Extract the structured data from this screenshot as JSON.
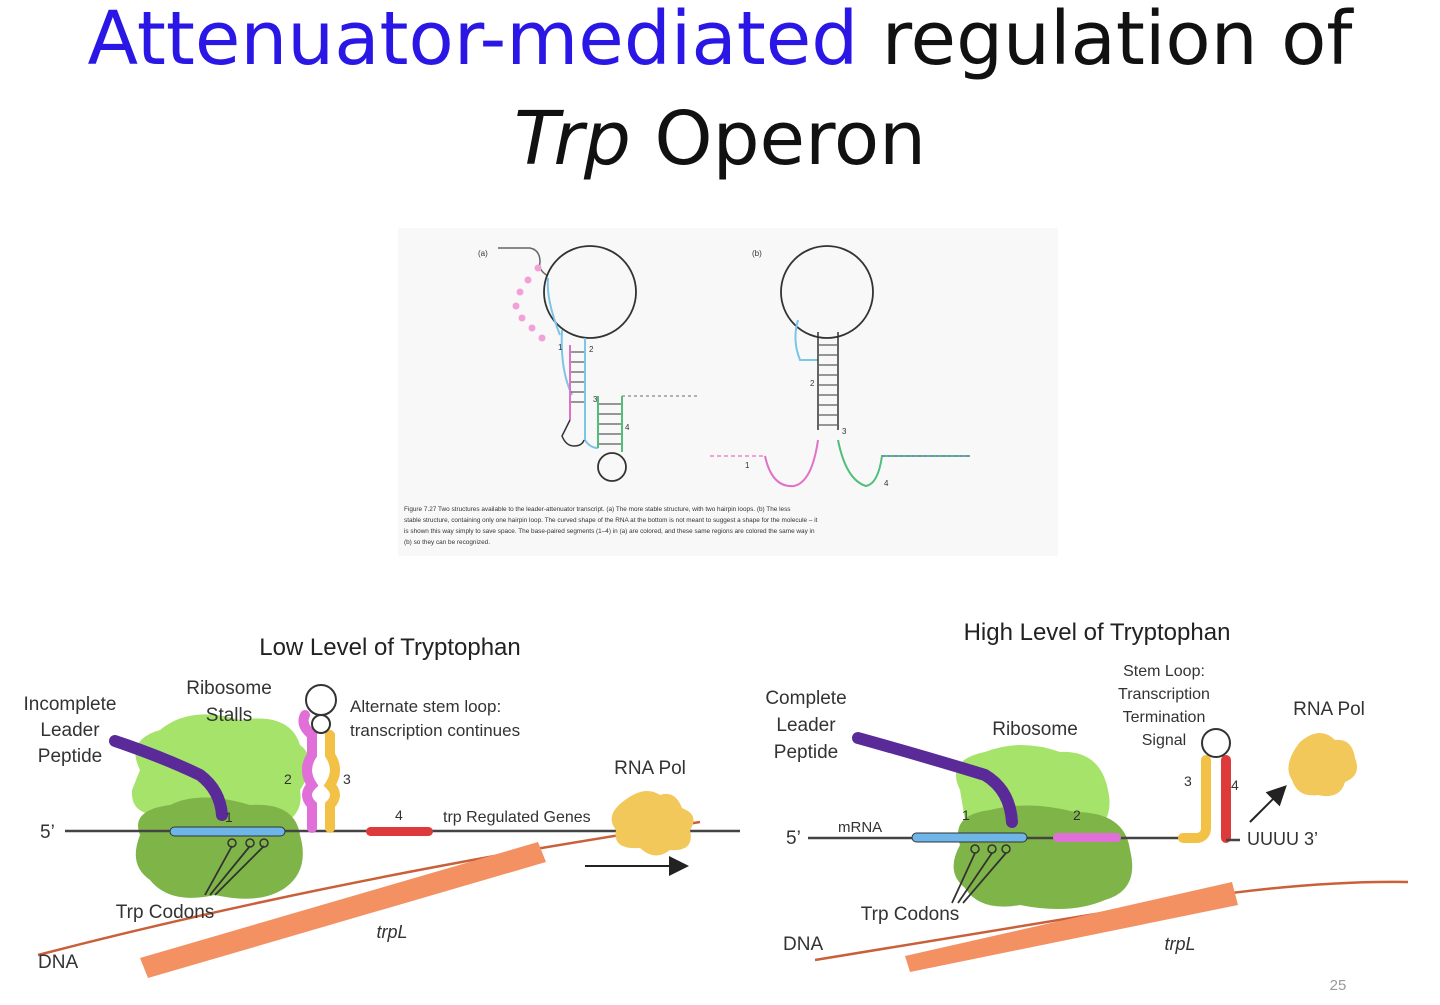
{
  "slide": {
    "title_accent": "Attenuator-mediated",
    "title_rest": " regulation of",
    "title_italic": "Trp",
    "title_end": " Operon",
    "page_number": "25"
  },
  "figure_top": {
    "panel_a_label": "(a)",
    "panel_b_label": "(b)",
    "caption_line1": "Figure 7.27 Two structures available to the leader-attenuator transcript. (a) The more stable structure, with two hairpin loops. (b) The less",
    "caption_line2": "stable structure, containing only one hairpin loop. The curved shape of the RNA at the bottom is not meant to suggest a shape for the molecule – it",
    "caption_line3": "is shown this way simply to save space. The base-paired segments (1–4) in (a) are colored, and these same regions are colored the same way in",
    "caption_line4": "(b) so they can be recognized.",
    "seg1": "1",
    "seg2": "2",
    "seg3": "3",
    "seg4": "4"
  },
  "low": {
    "title": "Low Level of Tryptophan",
    "incomplete1": "Incomplete",
    "incomplete2": "Leader",
    "incomplete3": "Peptide",
    "ribosome1": "Ribosome",
    "ribosome2": "Stalls",
    "alt1": "Alternate stem loop:",
    "alt2": "transcription continues",
    "rnapol": "RNA Pol",
    "five_prime": "5’",
    "n1": "1",
    "n2": "2",
    "n3": "3",
    "n4": "4",
    "genes": "trp Regulated Genes",
    "trp_codons": "Trp Codons",
    "trpl": "trpL",
    "dna": "DNA"
  },
  "high": {
    "title": "High Level of Tryptophan",
    "complete1": "Complete",
    "complete2": "Leader",
    "complete3": "Peptide",
    "ribosome": "Ribosome",
    "stem1": "Stem Loop:",
    "stem2": "Transcription",
    "stem3": "Termination",
    "stem4": "Signal",
    "rnapol": "RNA Pol",
    "five_prime": "5’",
    "mrna": "mRNA",
    "n1": "1",
    "n2": "2",
    "n3": "3",
    "n4": "4",
    "uuuu": "UUUU 3’",
    "trp_codons": "Trp Codons",
    "trpl": "trpL",
    "dna": "DNA"
  },
  "colors": {
    "title_accent": "#2a17e6",
    "ribosome_light": "#a6e36b",
    "ribosome_dark": "#7fb548",
    "peptide": "#5a2a98",
    "segment1": "#6fb6e8",
    "segment2": "#e070d8",
    "segment3": "#f2c146",
    "segment4": "#dd3b3b",
    "rna_pol": "#f2c85a",
    "trpl_gene": "#f39163",
    "dna_line": "#c9603a"
  }
}
